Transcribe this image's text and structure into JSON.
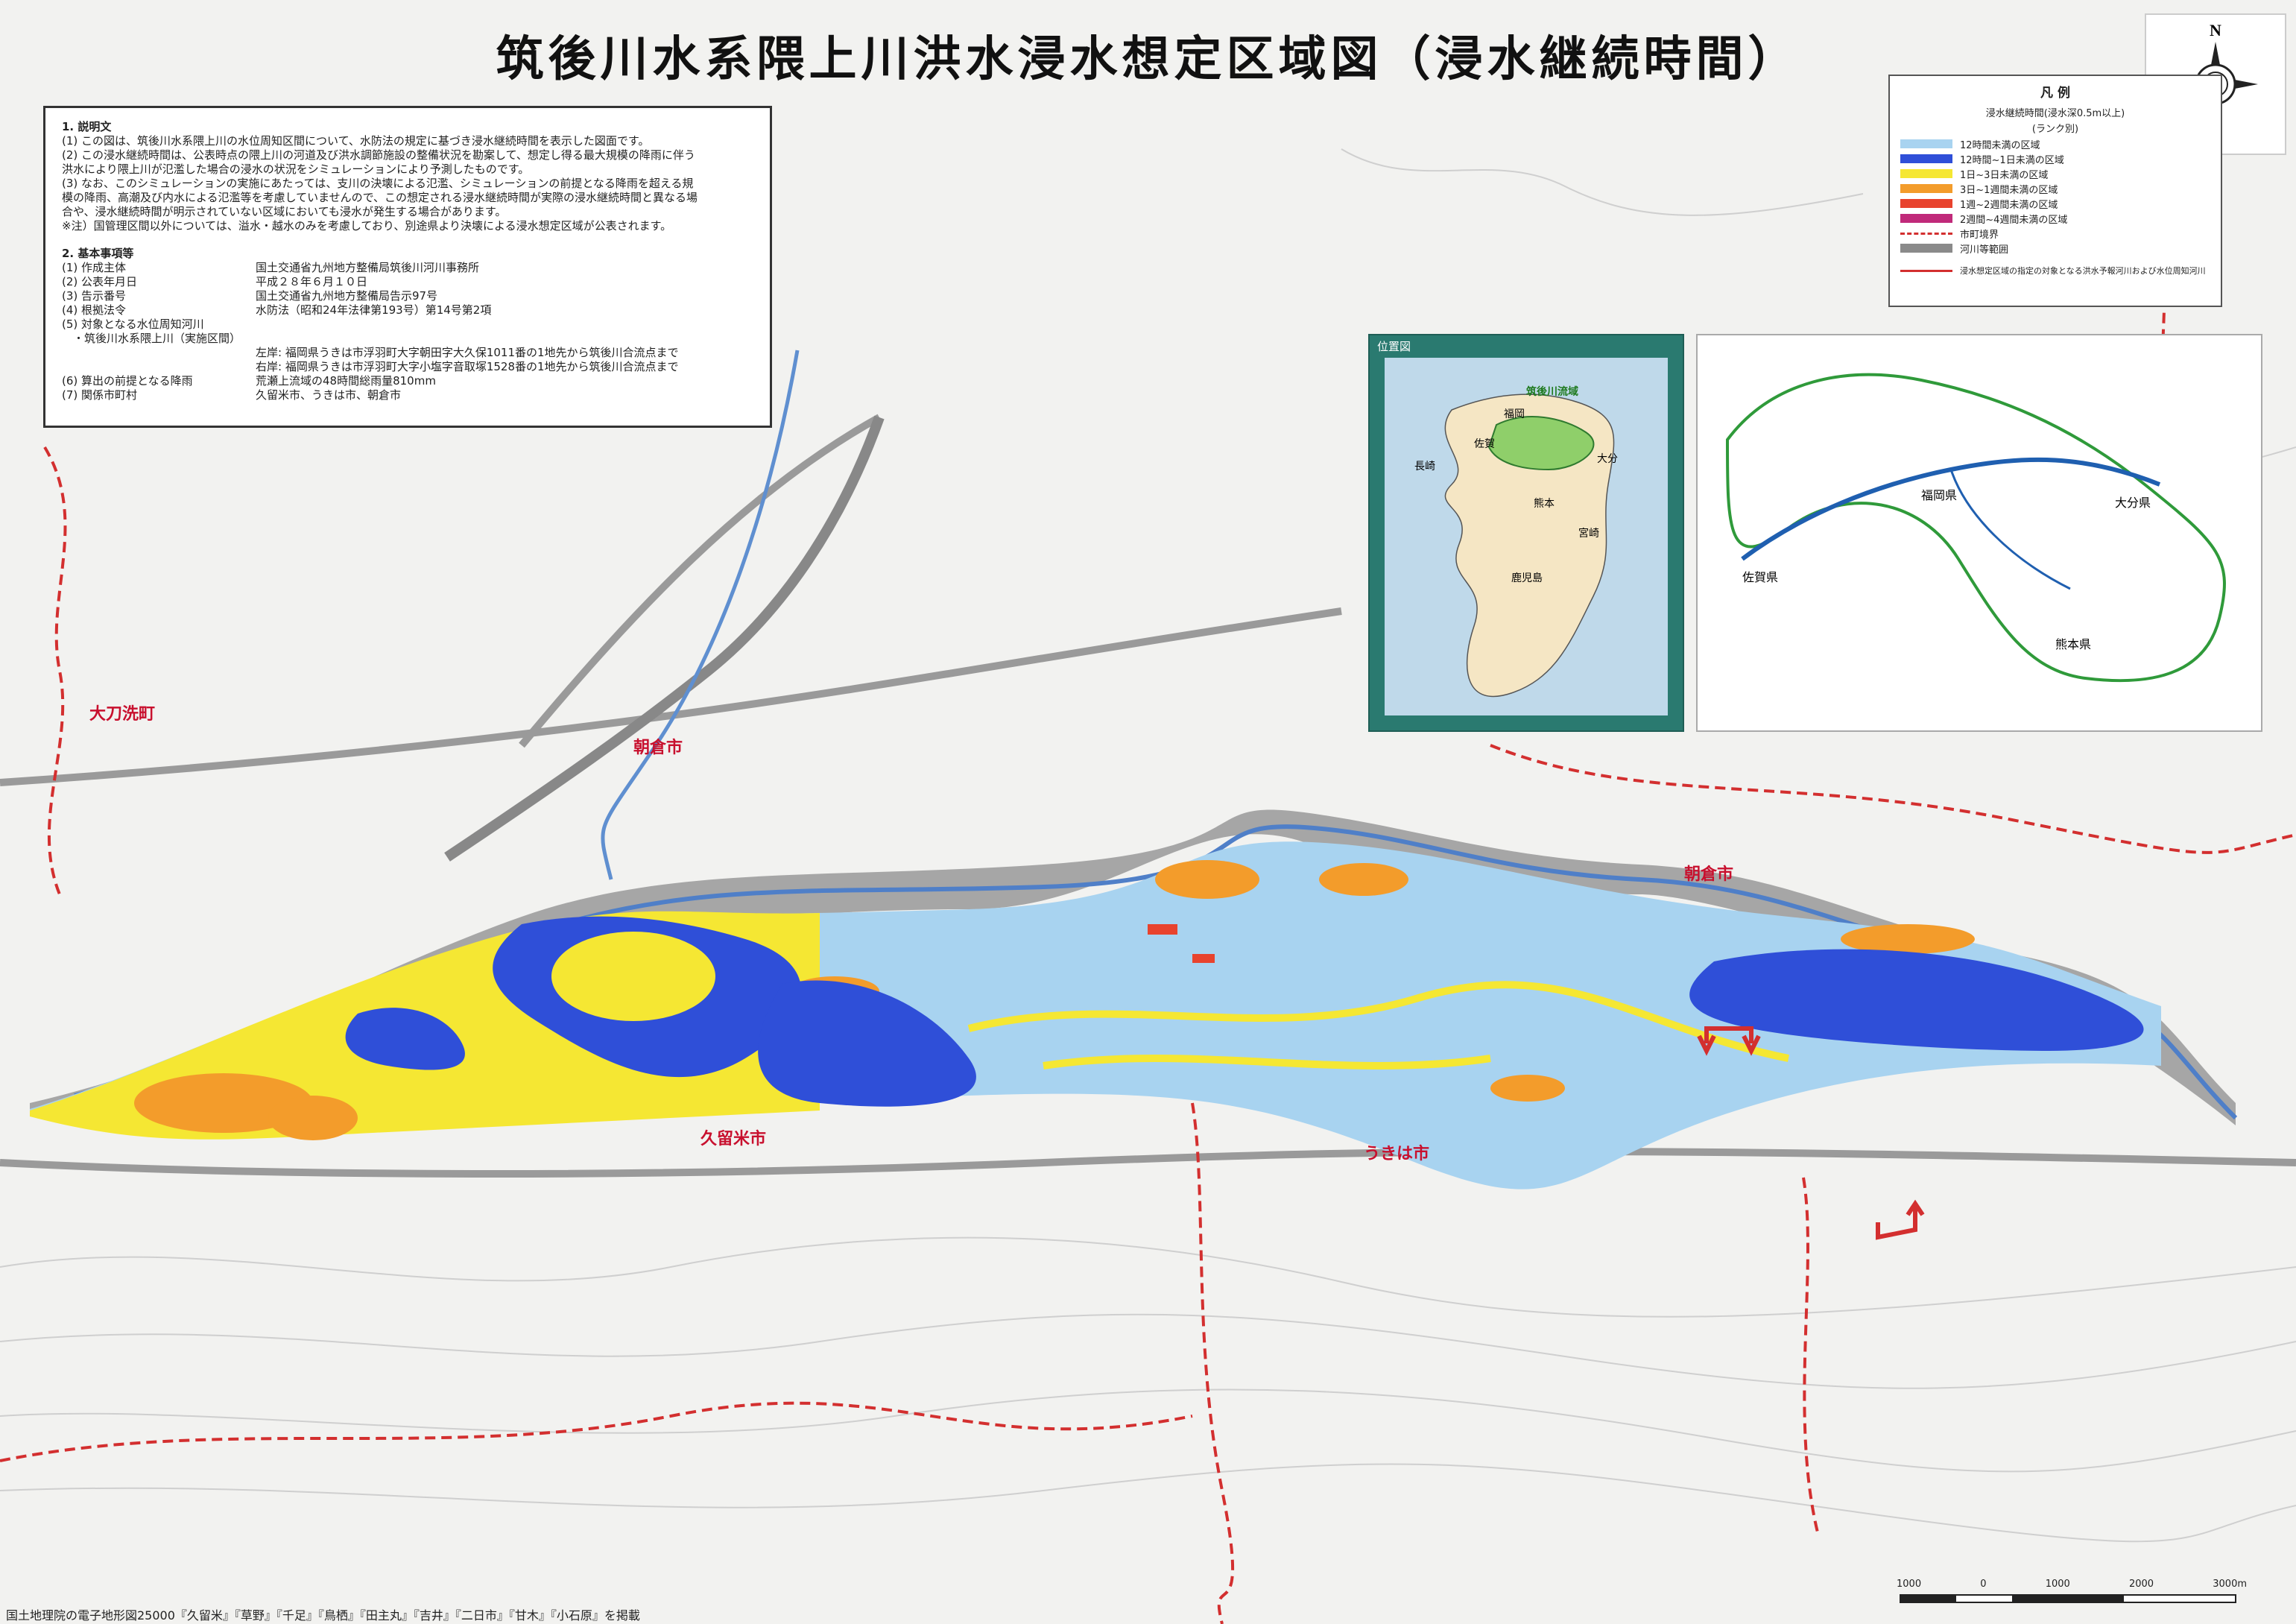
{
  "title": "筑後川水系隈上川洪水浸水想定区域図（浸水継続時間）",
  "description_panel": {
    "heading_1": "1. 説明文",
    "paragraphs": [
      "(1) この図は、筑後川水系隈上川の水位周知区間について、水防法の規定に基づき浸水継続時間を表示した図面です。",
      "(2) この浸水継続時間は、公表時点の隈上川の河道及び洪水調節施設の整備状況を勘案して、想定し得る最大規模の降雨に伴う",
      "洪水により隈上川が氾濫した場合の浸水の状況をシミュレーションにより予測したものです。",
      "(3) なお、このシミュレーションの実施にあたっては、支川の決壊による氾濫、シミュレーションの前提となる降雨を超える規",
      "模の降雨、高潮及び内水による氾濫等を考慮していませんので、この想定される浸水継続時間が実際の浸水継続時間と異なる場",
      "合や、浸水継続時間が明示されていない区域においても浸水が発生する場合があります。",
      "※注）国管理区間以外については、溢水・越水のみを考慮しており、別途県より決壊による浸水想定区域が公表されます。"
    ],
    "heading_2": "2. 基本事項等",
    "items": [
      {
        "k": "(1) 作成主体",
        "v": "国土交通省九州地方整備局筑後川河川事務所"
      },
      {
        "k": "(2) 公表年月日",
        "v": "平成２８年６月１０日"
      },
      {
        "k": "(3) 告示番号",
        "v": "国土交通省九州地方整備局告示97号"
      },
      {
        "k": "(4) 根拠法令",
        "v": "水防法（昭和24年法律第193号）第14号第2項"
      },
      {
        "k": "(5) 対象となる水位周知河川",
        "v": ""
      },
      {
        "k": "　・筑後川水系隈上川（実施区間）",
        "v": ""
      },
      {
        "k": "",
        "v": "左岸: 福岡県うきは市浮羽町大字朝田字大久保1011番の1地先から筑後川合流点まで"
      },
      {
        "k": "",
        "v": "右岸: 福岡県うきは市浮羽町大字小塩字音取塚1528番の1地先から筑後川合流点まで"
      },
      {
        "k": "(6) 算出の前提となる降雨",
        "v": "荒瀬上流域の48時間総雨量810mm"
      },
      {
        "k": "(7) 関係市町村",
        "v": "久留米市、うきは市、朝倉市"
      }
    ]
  },
  "legend": {
    "title": "凡 例",
    "subtitle": "浸水継続時間(浸水深0.5m以上)",
    "rank": "(ランク別)",
    "items": [
      {
        "label": "12時間未満の区域",
        "color": "#a8d3f0"
      },
      {
        "label": "12時間~1日未満の区域",
        "color": "#2f4fd8"
      },
      {
        "label": "1日~3日未満の区域",
        "color": "#f5e733"
      },
      {
        "label": "3日~1週間未満の区域",
        "color": "#f39c2b"
      },
      {
        "label": "1週~2週間未満の区域",
        "color": "#e8432e"
      },
      {
        "label": "2週間~4週間未満の区域",
        "color": "#c02a7a"
      }
    ],
    "lines": [
      {
        "label": "市町境界",
        "color": "#d32f2f"
      },
      {
        "label": "河川等範囲",
        "color": "#8a8a8a"
      }
    ],
    "arrow_note": "浸水想定区域の指定の対象となる洪水予報河川および水位周知河川"
  },
  "compass": {
    "north": "N"
  },
  "location_map": {
    "title": "位置図",
    "basin_label": "筑後川流域",
    "prefectures": [
      "福岡",
      "佐賀",
      "長崎",
      "大分",
      "熊本",
      "宮崎",
      "鹿児島"
    ]
  },
  "basin_map": {
    "prefectures": [
      "福岡県",
      "大分県",
      "佐賀県",
      "熊本県"
    ]
  },
  "places": {
    "tachiarai": "大刀洗町",
    "asakura_1": "朝倉市",
    "asakura_2": "朝倉市",
    "kurume": "久留米市",
    "ukiha": "うきは市"
  },
  "attribution": "国土地理院の電子地形図25000『久留米』『草野』『千足』『鳥栖』『田主丸』『吉井』『二日市』『甘木』『小石原』を掲載",
  "scale": {
    "labels": [
      "1000",
      "0",
      "1000",
      "2000",
      "3000m"
    ]
  }
}
